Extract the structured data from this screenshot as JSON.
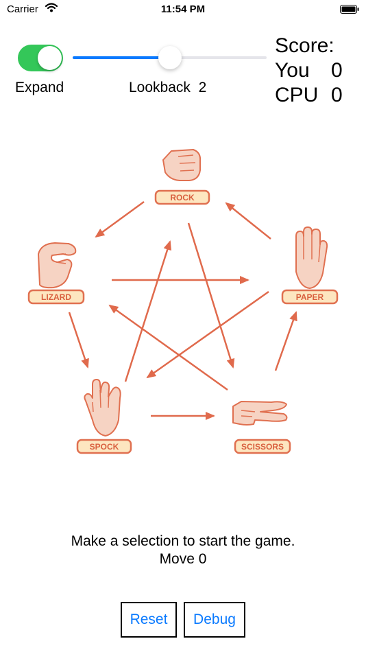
{
  "status_bar": {
    "carrier": "Carrier",
    "time": "11:54 PM"
  },
  "controls": {
    "expand_label": "Expand",
    "expand_on": true,
    "lookback_label": "Lookback  2",
    "lookback_fraction": 0.5
  },
  "score": {
    "title": "Score:",
    "you_label": "You",
    "you_value": "0",
    "cpu_label": "CPU",
    "cpu_value": "0"
  },
  "diagram": {
    "rock": "ROCK",
    "paper": "PAPER",
    "scissors": "SCISSORS",
    "spock": "SPOCK",
    "lizard": "LIZARD",
    "accent_color": "#e06a4c",
    "plate_color": "#fde6c0"
  },
  "message": {
    "line1": "Make a selection to start the game.",
    "line2": "Move 0"
  },
  "buttons": {
    "reset": "Reset",
    "debug": "Debug"
  }
}
